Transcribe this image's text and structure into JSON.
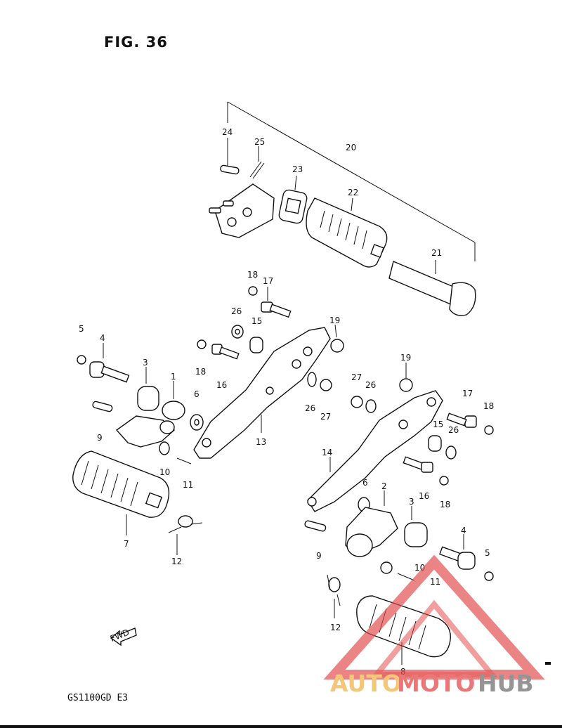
{
  "figure": {
    "title": "FIG. 36",
    "model": "GS1100GD E3",
    "fwd_label": "FWD"
  },
  "callouts": [
    {
      "id": "c24a",
      "text": "24"
    },
    {
      "id": "c25",
      "text": "25"
    },
    {
      "id": "c20",
      "text": "20"
    },
    {
      "id": "c23",
      "text": "23"
    },
    {
      "id": "c22",
      "text": "22"
    },
    {
      "id": "c21",
      "text": "21"
    },
    {
      "id": "c18a",
      "text": "18"
    },
    {
      "id": "c17a",
      "text": "17"
    },
    {
      "id": "c26a",
      "text": "26"
    },
    {
      "id": "c15a",
      "text": "15"
    },
    {
      "id": "c19a",
      "text": "19"
    },
    {
      "id": "c5a",
      "text": "5"
    },
    {
      "id": "c4a",
      "text": "4"
    },
    {
      "id": "c18b",
      "text": "18"
    },
    {
      "id": "c16a",
      "text": "16"
    },
    {
      "id": "c3a",
      "text": "3"
    },
    {
      "id": "c1",
      "text": "1"
    },
    {
      "id": "c6a",
      "text": "6"
    },
    {
      "id": "c9a",
      "text": "9"
    },
    {
      "id": "c10a",
      "text": "10"
    },
    {
      "id": "c11a",
      "text": "11"
    },
    {
      "id": "c13",
      "text": "13"
    },
    {
      "id": "c26b",
      "text": "26"
    },
    {
      "id": "c27a",
      "text": "27"
    },
    {
      "id": "c7",
      "text": "7"
    },
    {
      "id": "c12a",
      "text": "12"
    },
    {
      "id": "c19b",
      "text": "19"
    },
    {
      "id": "c27b",
      "text": "27"
    },
    {
      "id": "c26c",
      "text": "26"
    },
    {
      "id": "c17b",
      "text": "17"
    },
    {
      "id": "c18c",
      "text": "18"
    },
    {
      "id": "c15b",
      "text": "15"
    },
    {
      "id": "c26d",
      "text": "26"
    },
    {
      "id": "c14",
      "text": "14"
    },
    {
      "id": "c6b",
      "text": "6"
    },
    {
      "id": "c2",
      "text": "2"
    },
    {
      "id": "c3b",
      "text": "3"
    },
    {
      "id": "c16b",
      "text": "16"
    },
    {
      "id": "c18d",
      "text": "18"
    },
    {
      "id": "c9b",
      "text": "9"
    },
    {
      "id": "c4b",
      "text": "4"
    },
    {
      "id": "c5b",
      "text": "5"
    },
    {
      "id": "c10b",
      "text": "10"
    },
    {
      "id": "c11b",
      "text": "11"
    },
    {
      "id": "c12b",
      "text": "12"
    },
    {
      "id": "c8",
      "text": "8"
    }
  ],
  "watermark": {
    "word1": "AUTO",
    "word2": "MOTO",
    "word3": "HUB",
    "colors": {
      "auto": "#f2c26b",
      "moto": "#e86a6a",
      "hub": "#8a8a8a",
      "triangle": "#e24b4b"
    }
  }
}
